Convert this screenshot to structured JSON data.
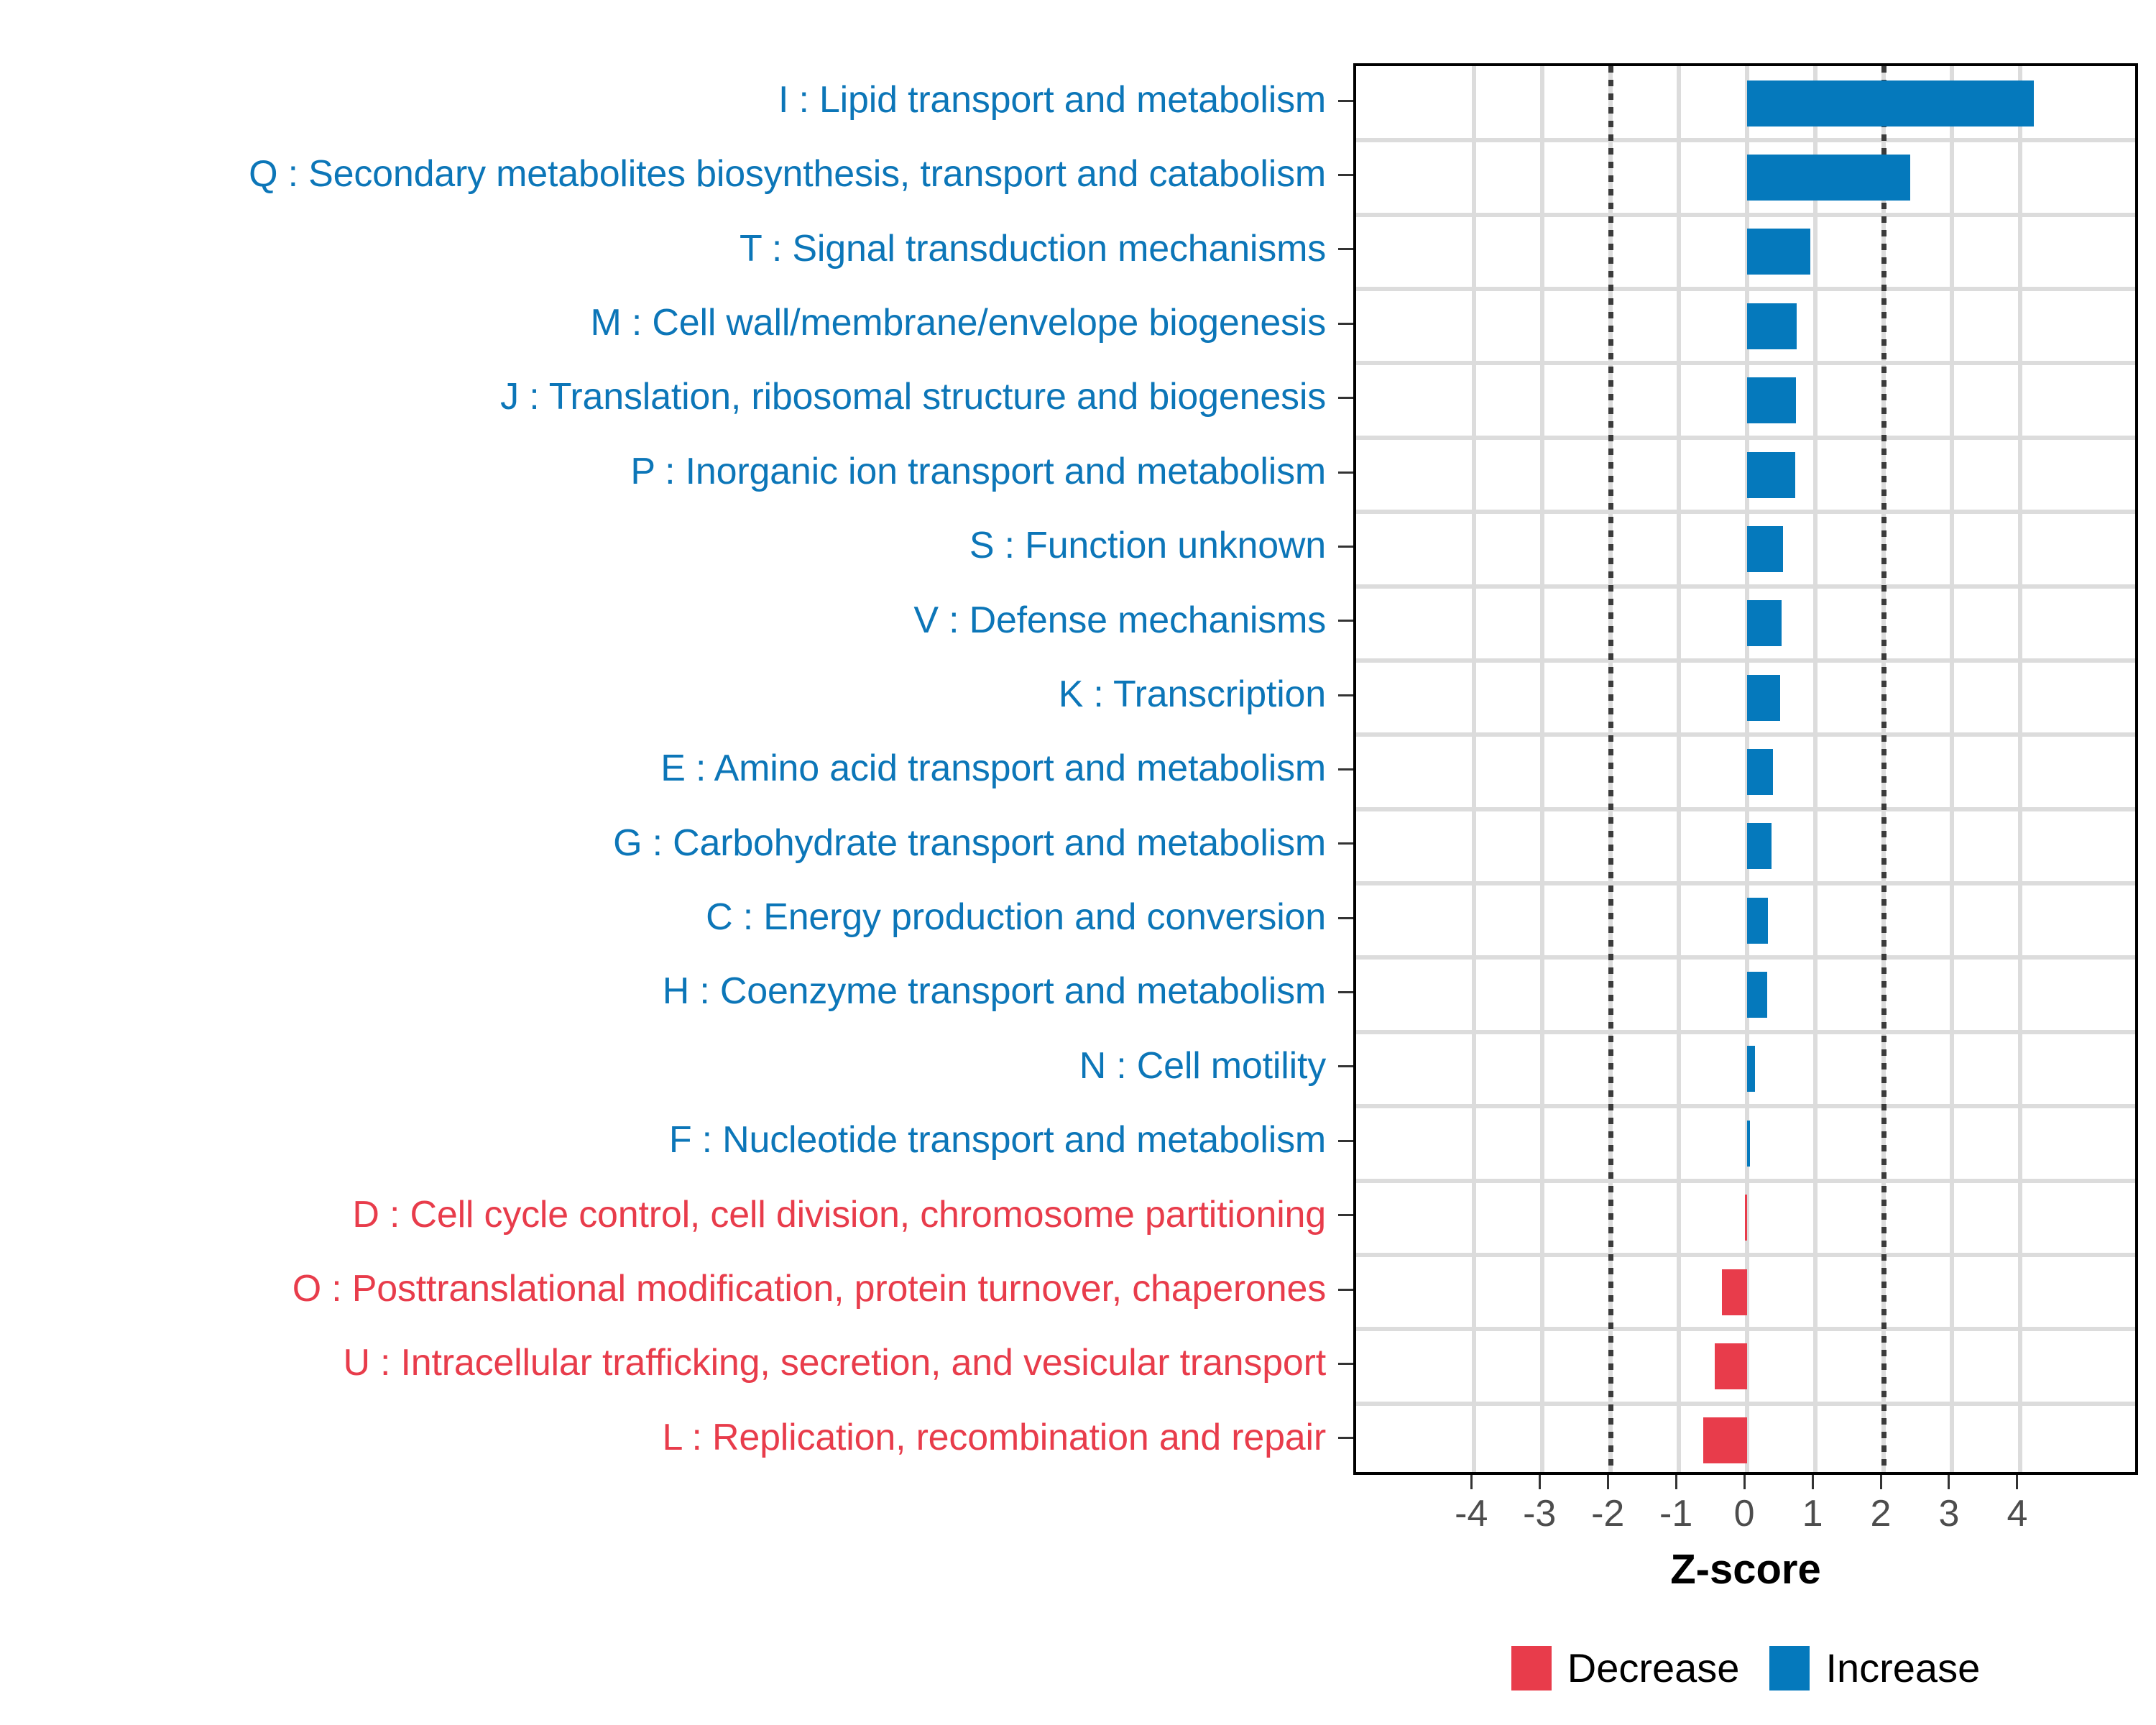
{
  "chart_data": {
    "type": "bar",
    "orientation": "horizontal",
    "title": "",
    "xlabel": "Z-score",
    "ylabel": "",
    "xlim": [
      -5.73,
      5.77
    ],
    "xticks": [
      -4,
      -3,
      -2,
      -1,
      0,
      1,
      2,
      3,
      4
    ],
    "xticklabels": [
      "-4",
      "-3",
      "-2",
      "-1",
      "0",
      "1",
      "2",
      "3",
      "4"
    ],
    "grid": true,
    "reference_lines": [
      -2,
      2
    ],
    "reference_line_style": "dotted",
    "legend_position": "bottom",
    "categories": [
      "I : Lipid transport and metabolism",
      "Q : Secondary metabolites biosynthesis, transport and catabolism",
      "T : Signal transduction mechanisms",
      "M : Cell wall/membrane/envelope biogenesis",
      "J : Translation, ribosomal structure and biogenesis",
      "P : Inorganic ion transport and metabolism",
      "S : Function unknown",
      "V : Defense mechanisms",
      "K : Transcription",
      "E : Amino acid transport and metabolism",
      "G : Carbohydrate transport and metabolism",
      "C : Energy production and conversion",
      "H : Coenzyme transport and metabolism",
      "N : Cell motility",
      "F : Nucleotide transport and metabolism",
      "D : Cell cycle control, cell division, chromosome partitioning",
      "O : Posttranslational modification, protein turnover, chaperones",
      "U : Intracellular trafficking, secretion, and vesicular transport",
      "L : Replication, recombination and repair"
    ],
    "values": [
      4.2,
      2.39,
      0.93,
      0.73,
      0.72,
      0.7,
      0.53,
      0.5,
      0.48,
      0.38,
      0.36,
      0.3,
      0.29,
      0.12,
      0.04,
      -0.02,
      -0.37,
      -0.47,
      -0.64
    ],
    "groups": [
      "Increase",
      "Increase",
      "Increase",
      "Increase",
      "Increase",
      "Increase",
      "Increase",
      "Increase",
      "Increase",
      "Increase",
      "Increase",
      "Increase",
      "Increase",
      "Increase",
      "Increase",
      "Decrease",
      "Decrease",
      "Decrease",
      "Decrease"
    ]
  },
  "legend": {
    "items": [
      {
        "label": "Decrease",
        "color": "#e83c4b"
      },
      {
        "label": "Increase",
        "color": "#0579bc"
      }
    ]
  },
  "colors": {
    "increase": "#0579bc",
    "decrease": "#e83c4b",
    "increase_text": "#0c76b8",
    "decrease_text": "#e83c4b",
    "grid": "#dcdcdc",
    "axis": "#000000",
    "tick_text": "#4d4d4d"
  },
  "axis": {
    "x_title": "Z-score"
  }
}
